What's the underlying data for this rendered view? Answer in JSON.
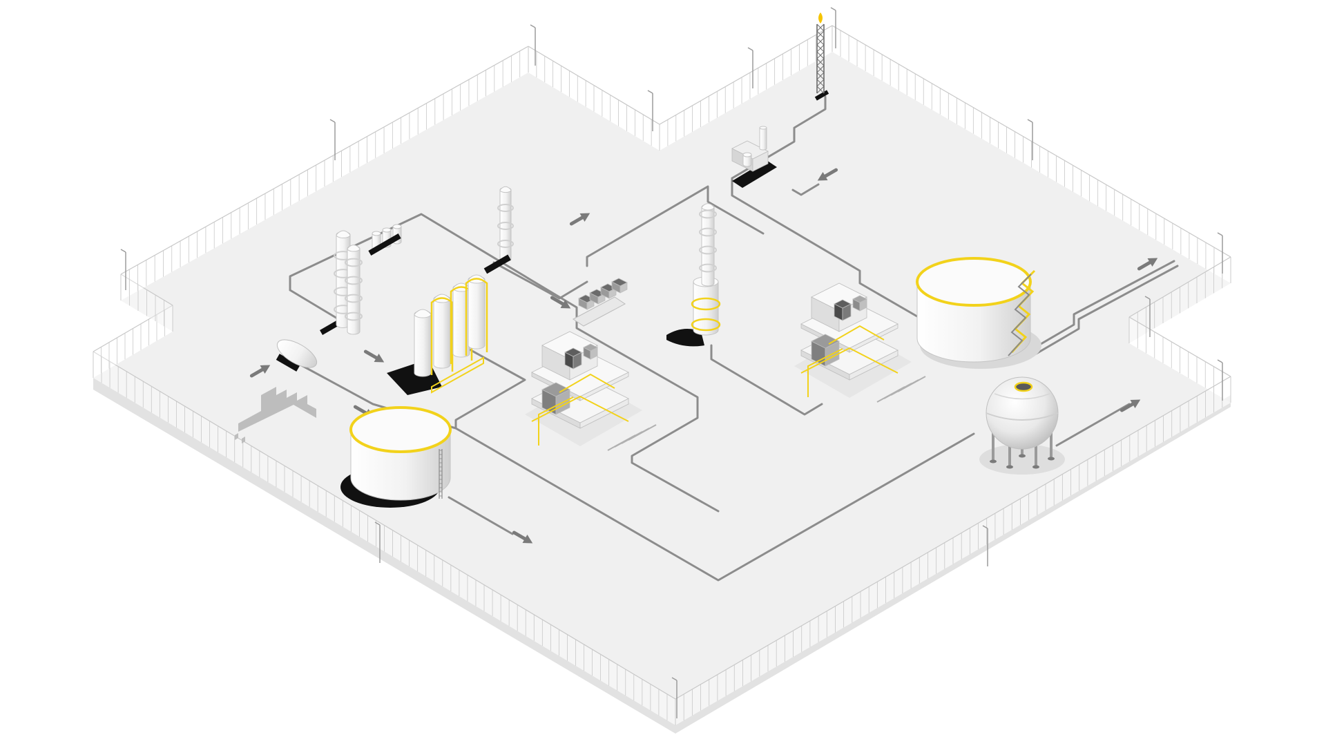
{
  "scene": {
    "kind": "isometric-refinery-process-map",
    "background_color": "#ffffff",
    "ground_color": "#f0f0f0",
    "ground_edge_color": "#e2e2e2",
    "fence_color": "#c8c8c8",
    "pipe_color": "#8c8c8c",
    "arrow_color": "#7a7a7a",
    "equipment_color": "#f7f7f7",
    "equipment_shade": "#dcdcdc",
    "accent_color": "#f2d21b",
    "shadow_color": "#111111",
    "flame_color": "#f5c400"
  },
  "units": [
    {
      "id": "feed-rail-tank-car",
      "icon": "tank-car-icon"
    },
    {
      "id": "crude-storage-tank",
      "icon": "storage-tank-icon"
    },
    {
      "id": "distillation-columns",
      "icon": "column-icon"
    },
    {
      "id": "reactor-vessels",
      "icon": "reactor-icon"
    },
    {
      "id": "fractionation-column",
      "icon": "column-icon"
    },
    {
      "id": "compressor-skid",
      "icon": "compressor-icon"
    },
    {
      "id": "flare-stack",
      "icon": "flare-icon"
    },
    {
      "id": "heat-exchanger-bank",
      "icon": "heat-exchanger-icon"
    },
    {
      "id": "processing-module-west",
      "icon": "process-module-icon"
    },
    {
      "id": "processing-module-east",
      "icon": "process-module-icon"
    },
    {
      "id": "product-storage-tank",
      "icon": "storage-tank-icon"
    },
    {
      "id": "spherical-gas-tank",
      "icon": "sphere-tank-icon"
    },
    {
      "id": "factory-building",
      "icon": "factory-icon"
    }
  ],
  "flow_arrows": [
    {
      "id": "feed-inlet-arrow",
      "direction": "in"
    },
    {
      "id": "crude-tank-arrow",
      "direction": "in"
    },
    {
      "id": "reactor-arrow",
      "direction": "in"
    },
    {
      "id": "exchanger-arrow",
      "direction": "in"
    },
    {
      "id": "compressor-inlet-arrow",
      "direction": "in"
    },
    {
      "id": "column-outlet-arrow",
      "direction": "out"
    },
    {
      "id": "tank-outlet-arrow",
      "direction": "out"
    },
    {
      "id": "product-pipeline-arrow",
      "direction": "out"
    },
    {
      "id": "sphere-outlet-arrow",
      "direction": "out"
    }
  ]
}
